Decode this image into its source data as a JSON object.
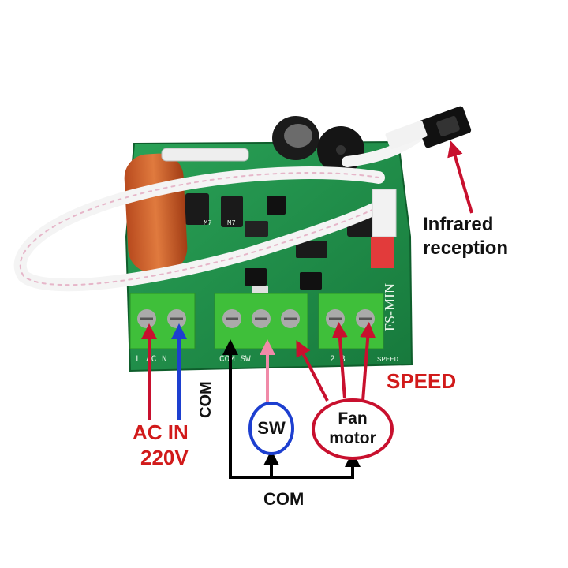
{
  "labels": {
    "infrared_line1": "Infrared",
    "infrared_line2": "reception",
    "speed": "SPEED",
    "ac_in": "AC IN",
    "voltage": "220V",
    "com_vertical": "COM",
    "com_bottom": "COM",
    "sw": "SW",
    "fan_line1": "Fan",
    "fan_line2": "motor"
  },
  "board_silkscreen": {
    "terminal_left": "L   AC  N",
    "terminal_mid": "COM   SW",
    "terminal_right": "2     3",
    "model": "FS-MIN",
    "part": "SPEED",
    "diode1": "M7",
    "diode2": "M7"
  },
  "colors": {
    "pcb_green": "#1f8f4a",
    "terminal_green": "#3fbf3a",
    "arrow_red": "#c8102e",
    "arrow_blue": "#1d3fd0",
    "arrow_pink": "#f08aa8",
    "arrow_black": "#000000",
    "text_red": "#d11a1a"
  }
}
